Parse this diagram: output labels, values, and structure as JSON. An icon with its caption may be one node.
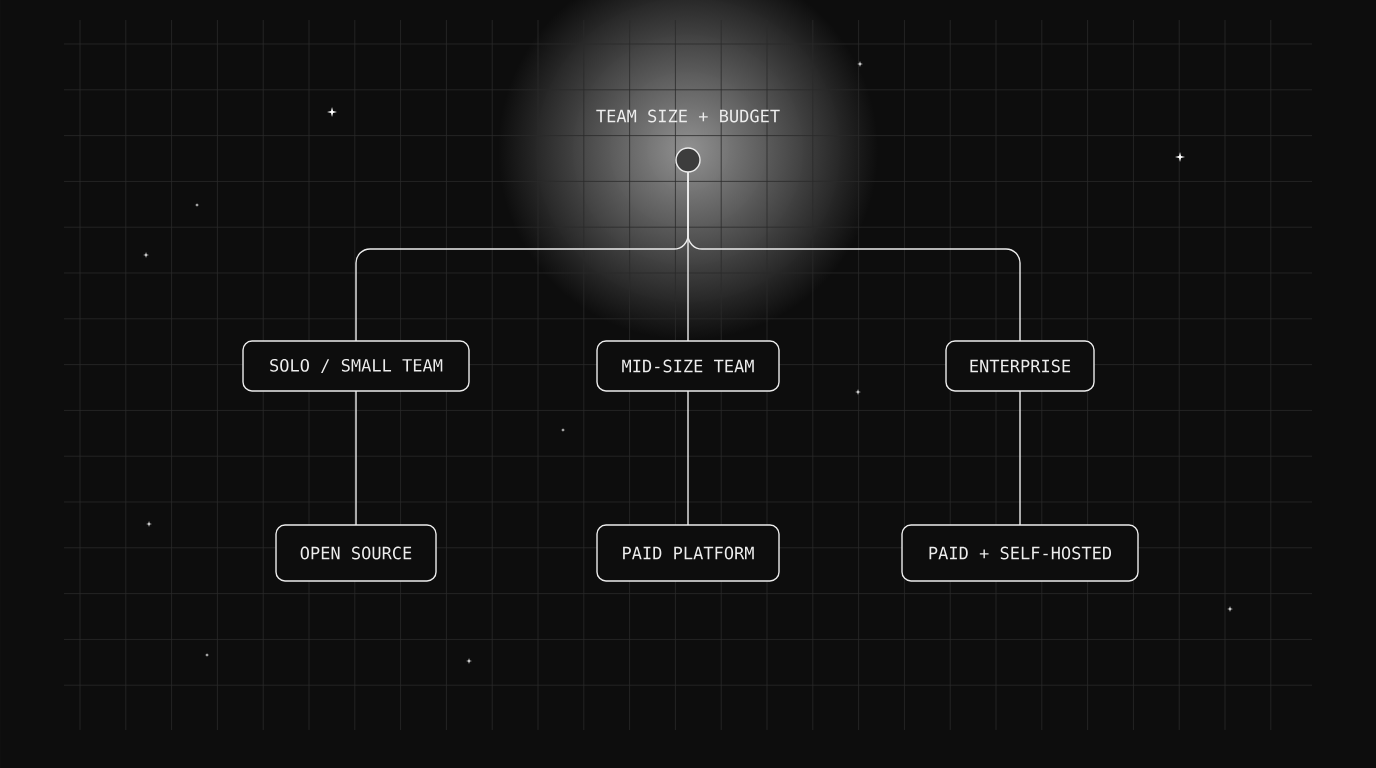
{
  "diagram": {
    "nodes": [
      {
        "text": [],
        "shape": "circle",
        "beside": [
          "TEAM SIZE + BUDGET"
        ]
      },
      {
        "text": [
          "SOLO / SMALL TEAM"
        ]
      },
      {
        "text": [
          "MID-SIZE TEAM"
        ]
      },
      {
        "text": [
          "ENTERPRISE"
        ]
      },
      {
        "text": [
          "OPEN SOURCE"
        ]
      },
      {
        "text": [
          "PAID PLATFORM"
        ]
      },
      {
        "text": [
          "PAID + SELF-HOSTED"
        ]
      }
    ],
    "edges": [
      {
        "from": 0,
        "to": 1,
        "arrow": "none"
      },
      {
        "from": 0,
        "to": 2,
        "arrow": "none"
      },
      {
        "from": 0,
        "to": 3,
        "arrow": "none"
      },
      {
        "from": 1,
        "to": 4,
        "arrow": "none"
      },
      {
        "from": 2,
        "to": 5,
        "arrow": "none"
      },
      {
        "from": 3,
        "to": 6,
        "arrow": "none"
      }
    ]
  }
}
